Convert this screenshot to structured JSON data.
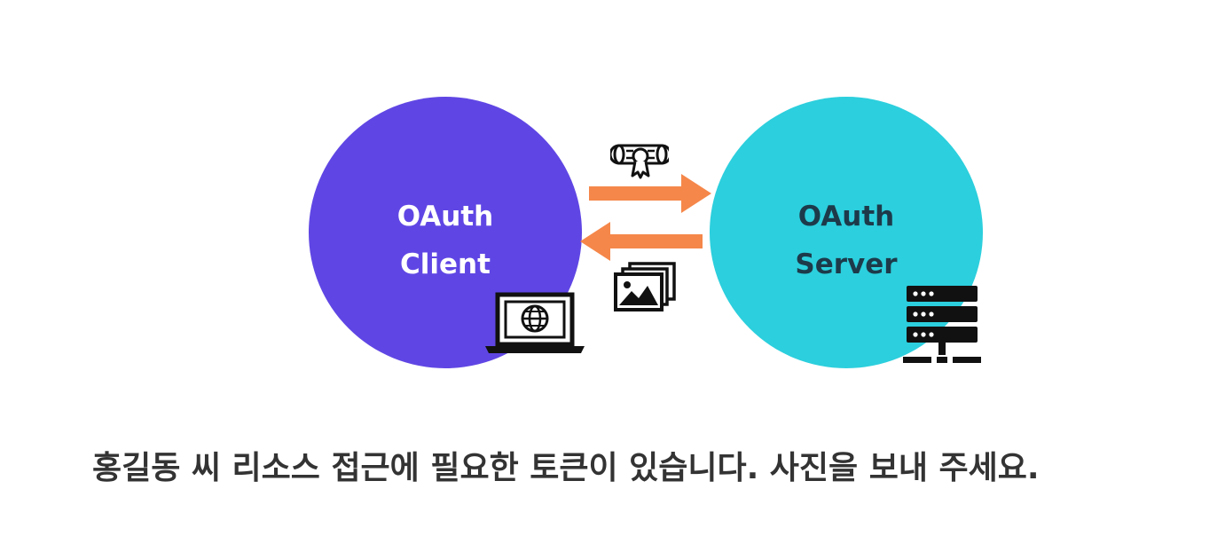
{
  "nodes": {
    "client": {
      "label_line1": "OAuth",
      "label_line2": "Client",
      "fill": "#5f46e4",
      "text_color": "#ffffff",
      "icon": "laptop-globe-icon"
    },
    "server": {
      "label_line1": "OAuth",
      "label_line2": "Server",
      "fill": "#2ccfdd",
      "text_color": "#1d3a4a",
      "icon": "server-rack-icon"
    }
  },
  "edges": {
    "request": {
      "direction": "client-to-server",
      "icon": "certificate-icon",
      "color": "#f5874a"
    },
    "response": {
      "direction": "server-to-client",
      "icon": "photos-icon",
      "color": "#f5874a"
    }
  },
  "caption": {
    "text": "홍길동 씨 리소스 접근에 필요한 토큰이 있습니다. 사진을 보내 주세요.",
    "color": "#333333"
  }
}
